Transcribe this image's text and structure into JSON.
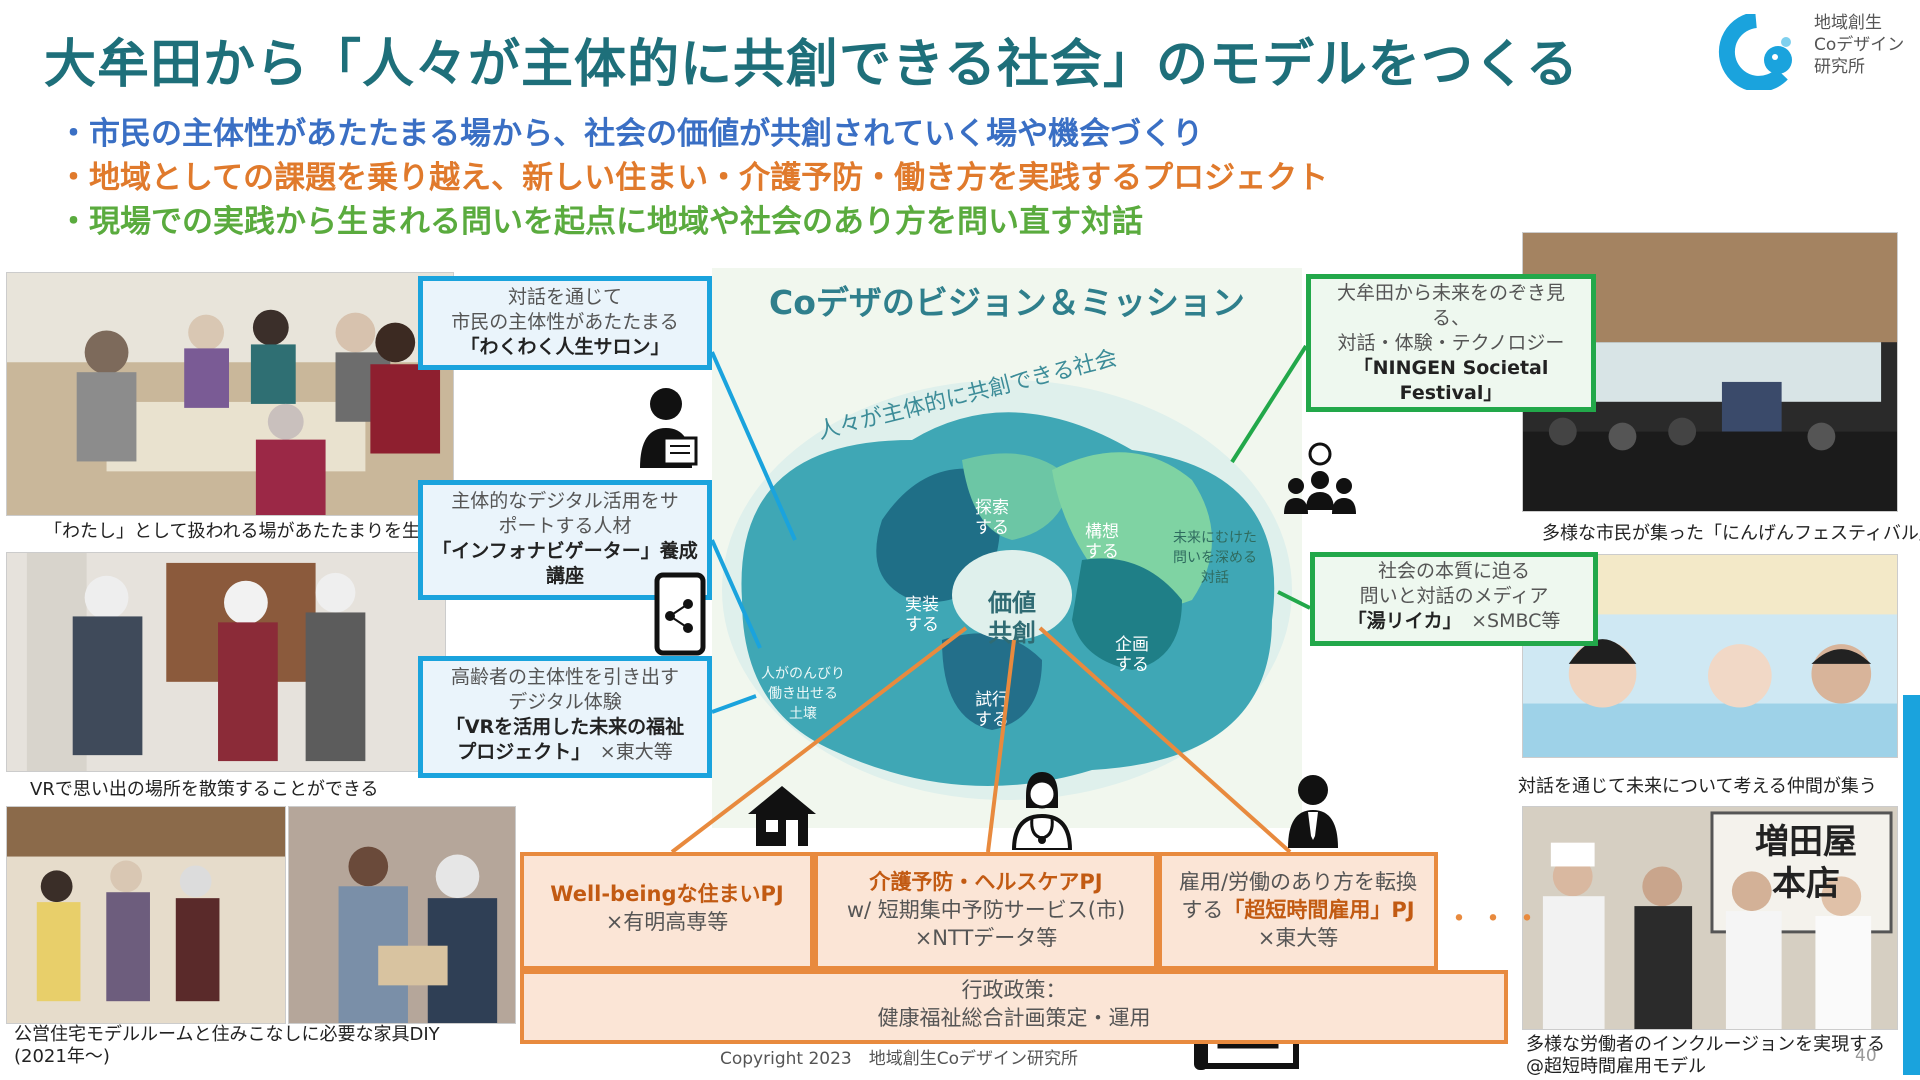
{
  "title": "大牟田から「人々が主体的に共創できる社会」のモデルをつくる",
  "bullets": [
    "・市民の主体性があたたまる場から、社会の価値が共創されていく場や機会づくり",
    "・地域としての課題を乗り越え、新しい住まい・介護予防・働き方を実践するプロジェクト",
    "・現場での実践から生まれる問いを起点に地域や社会のあり方を問い直す対話"
  ],
  "logo": {
    "text": "地域創生\nCoデザイン\n研究所"
  },
  "vision": {
    "title": "Coデザのビジョン＆ミッション",
    "arc_text": "人々が主体的に共創できる社会",
    "center": "価値\n共創",
    "soil": "人がのんびり\n働き出せる\n土壌",
    "future": "未来にむけた\n問いを深める\n対話",
    "nodes": [
      "探索\nする",
      "構想\nする",
      "実装\nする",
      "企画\nする",
      "試行\nする"
    ]
  },
  "blue_boxes": [
    {
      "line1": "対話を通じて",
      "line2": "市民の主体性があたたまる",
      "bold": "「わくわく人生サロン」",
      "extra": ""
    },
    {
      "line1": "主体的なデジタル活用をサ",
      "line2": "ポートする人材",
      "bold": "「インフォナビゲーター」養成",
      "extra": "講座"
    },
    {
      "line1": "高齢者の主体性を引き出す",
      "line2": "デジタル体験",
      "bold": "「VRを活用した未来の福祉",
      "extra": "プロジェクト」",
      "extra2": "×東大等"
    }
  ],
  "green_boxes": [
    {
      "line1": "大牟田から未来をのぞき見",
      "line2": "る、",
      "line3": "対話・体験・テクノロジー",
      "bold": "「NINGEN Societal",
      "bold2": "Festival」"
    },
    {
      "line1": "社会の本質に迫る",
      "line2": "問いと対話のメディア",
      "bold": "「湯リイカ」",
      "extra": "×SMBC等"
    }
  ],
  "projects": [
    {
      "bold": "Well-beingな住まいPJ",
      "line2": "×有明高専等"
    },
    {
      "bold": "介護予防・ヘルスケアPJ",
      "line2": "w/ 短期集中予防サービス(市)",
      "line3": "×NTTデータ等"
    },
    {
      "pre": "雇用/労働のあり方を転換",
      "pre2": "する",
      "bold": "「超短時間雇用」PJ",
      "line3": "×東大等"
    }
  ],
  "ellipsis": "・・・",
  "admin": {
    "line1": "行政政策：",
    "line2": "健康福祉総合計画策定・運用"
  },
  "captions": {
    "left1": "「わたし」として扱われる場があたたまりを生む",
    "left2": "VRで思い出の場所を散策することができる",
    "left3a": "公営住宅モデルルームと住みこなしに必要な家具DIY",
    "left3b": "(2021年～)",
    "right1": "多様な市民が集った「にんげんフェスティバル」",
    "right2": "対話を通じて未来について考える仲間が集う",
    "right3a": "多様な労働者のインクルージョンを実現する",
    "right3b": "@超短時間雇用モデル"
  },
  "signboard": "増田屋\n本店",
  "copyright": "Copyright 2023　地域創生Coデザイン研究所",
  "page_number": "40",
  "colors": {
    "teal": "#1e6f7a",
    "blue": "#1aa3dd",
    "green": "#22a84a",
    "orange": "#e88a3e"
  }
}
